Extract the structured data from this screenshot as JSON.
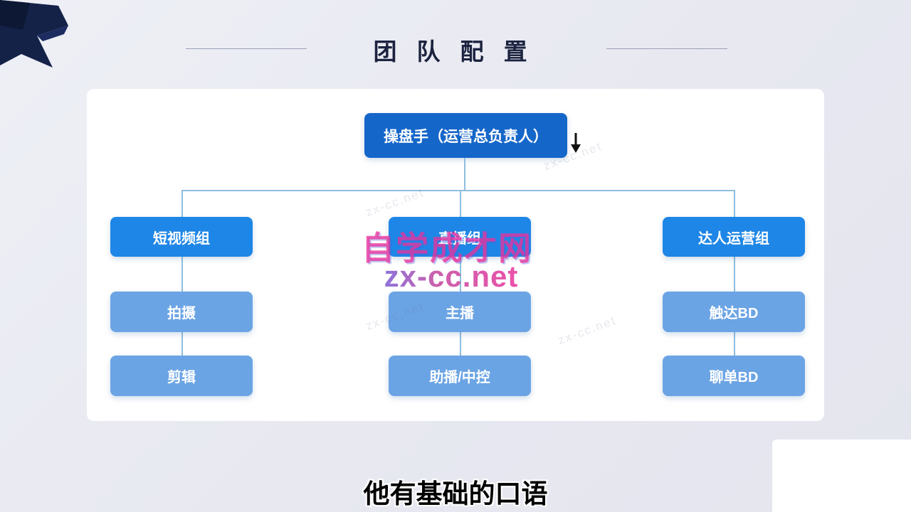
{
  "slide": {
    "title": "团队配置",
    "subtitle": "他有基础的口语"
  },
  "org_chart": {
    "root_label": "操盘手（运营总负责人）",
    "groups": [
      {
        "label": "短视频组",
        "children": [
          "拍摄",
          "剪辑"
        ]
      },
      {
        "label": "直播组",
        "children": [
          "主播",
          "助播/中控"
        ]
      },
      {
        "label": "达人运营组",
        "children": [
          "触达BD",
          "聊单BD"
        ]
      }
    ]
  },
  "watermark": {
    "site_name": "自学成才网",
    "site_url": "zx-cc.net"
  },
  "colors": {
    "root_box": "#1566c9",
    "group_box": "#1e86e6",
    "sub_box": "#6ba4e4",
    "connector": "#8fbede",
    "title_text": "#1c2340",
    "watermark_pink": "#e8339c",
    "ribbon_navy": "#152248"
  }
}
